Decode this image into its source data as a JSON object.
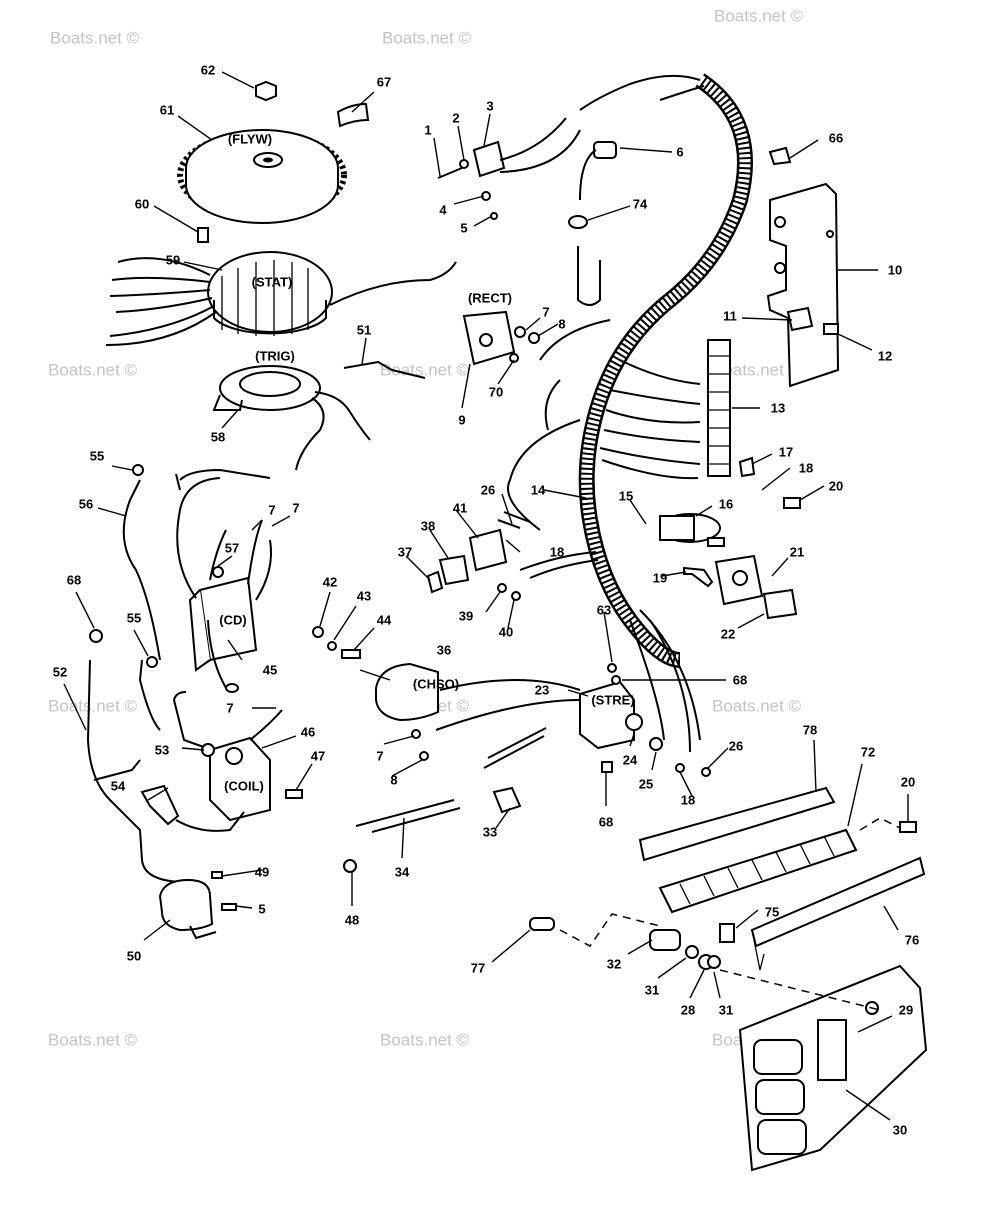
{
  "watermark": "Boats.net ©",
  "component_tags": {
    "flyw": "(FLYW)",
    "stat": "(STAT)",
    "trig": "(TRIG)",
    "rect": "(RECT)",
    "cd": "(CD)",
    "coil": "(COIL)",
    "chso": "(CHSO)",
    "stre": "(STRE)"
  },
  "callouts": [
    "1",
    "2",
    "3",
    "4",
    "5",
    "6",
    "7",
    "8",
    "9",
    "10",
    "11",
    "12",
    "13",
    "14",
    "15",
    "16",
    "17",
    "18",
    "19",
    "20",
    "21",
    "22",
    "23",
    "24",
    "25",
    "26",
    "28",
    "29",
    "30",
    "31",
    "32",
    "33",
    "34",
    "36",
    "37",
    "38",
    "39",
    "40",
    "41",
    "42",
    "43",
    "44",
    "45",
    "46",
    "47",
    "48",
    "49",
    "50",
    "51",
    "52",
    "53",
    "54",
    "55",
    "56",
    "57",
    "58",
    "59",
    "60",
    "61",
    "62",
    "63",
    "66",
    "67",
    "68",
    "70",
    "72",
    "74",
    "75",
    "76",
    "77",
    "78"
  ]
}
